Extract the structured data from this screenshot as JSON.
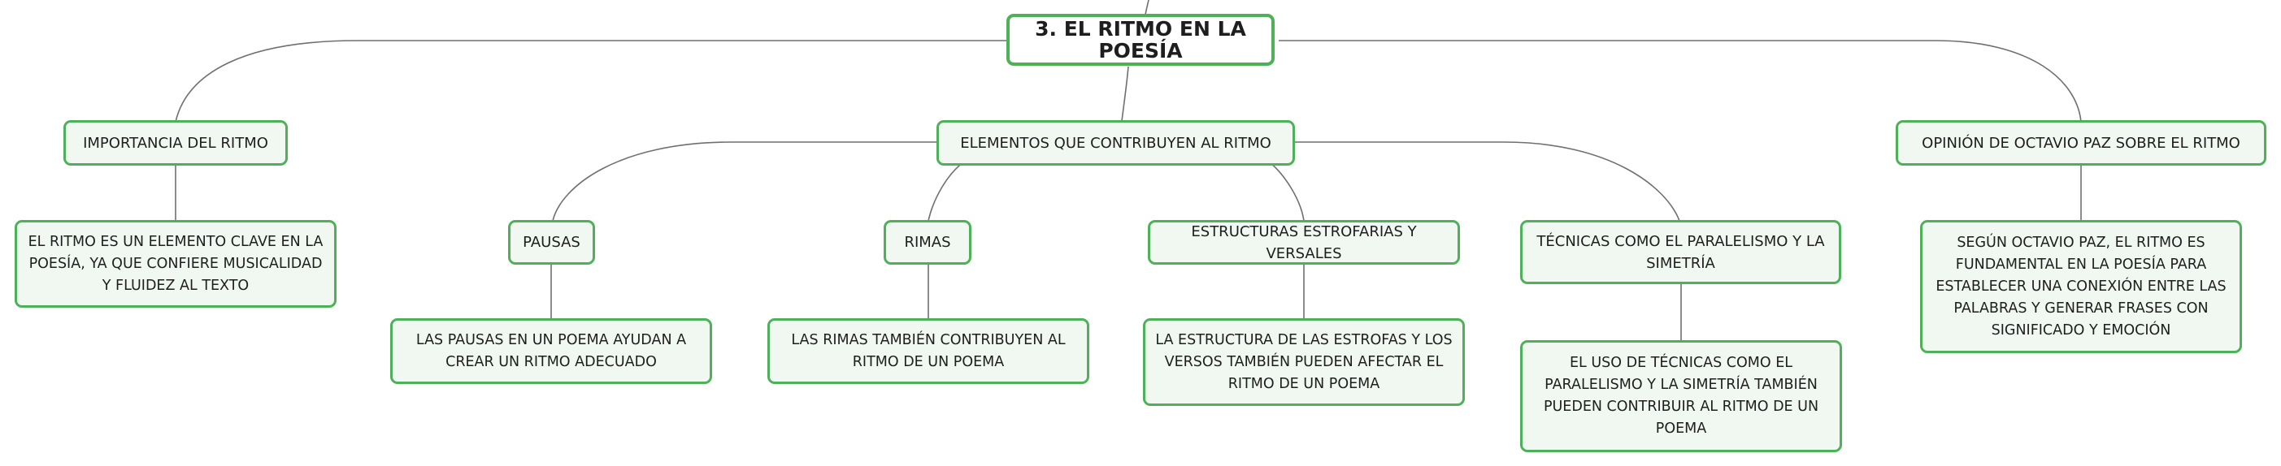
{
  "root": {
    "label": "3. EL RITMO EN LA POESÍA"
  },
  "branches": {
    "importancia": {
      "label": "IMPORTANCIA DEL RITMO"
    },
    "elementos": {
      "label": "ELEMENTOS QUE CONTRIBUYEN AL RITMO"
    },
    "opinion": {
      "label": "OPINIÓN DE OCTAVIO PAZ SOBRE EL RITMO"
    }
  },
  "subtopics": {
    "pausas": {
      "label": "PAUSAS"
    },
    "rimas": {
      "label": "RIMAS"
    },
    "estructuras": {
      "label": "ESTRUCTURAS ESTROFARIAS Y VERSALES"
    },
    "tecnicas": {
      "label": "TÉCNICAS COMO EL PARALELISMO Y LA SIMETRÍA"
    }
  },
  "details": {
    "importancia": {
      "text": "EL RITMO ES UN ELEMENTO CLAVE EN LA POESÍA, YA QUE CONFIERE MUSICALIDAD Y FLUIDEZ AL TEXTO"
    },
    "pausas": {
      "text": "LAS PAUSAS EN UN POEMA AYUDAN A CREAR UN RITMO ADECUADO"
    },
    "rimas": {
      "text": "LAS RIMAS TAMBIÉN CONTRIBUYEN AL RITMO DE UN POEMA"
    },
    "estructuras": {
      "text": "LA ESTRUCTURA DE LAS ESTROFAS Y LOS VERSOS TAMBIÉN PUEDEN AFECTAR EL RITMO DE UN POEMA"
    },
    "tecnicas": {
      "text": "EL USO DE TÉCNICAS COMO EL PARALELISMO Y LA SIMETRÍA TAMBIÉN PUEDEN CONTRIBUIR AL RITMO DE UN POEMA"
    },
    "opinion": {
      "text": "SEGÚN OCTAVIO PAZ, EL RITMO ES FUNDAMENTAL EN LA POESÍA PARA ESTABLECER UNA CONEXIÓN ENTRE LAS PALABRAS Y GENERAR FRASES CON SIGNIFICADO Y EMOCIÓN"
    }
  },
  "colors": {
    "node_border": "#4fb05a",
    "node_fill": "#f1f8f1",
    "connector": "#6f6f6f"
  }
}
